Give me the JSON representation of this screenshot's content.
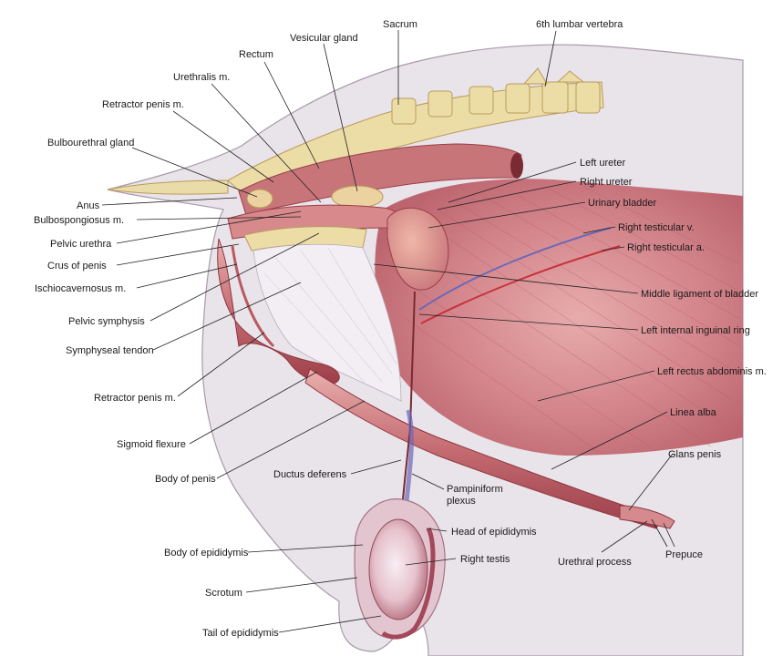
{
  "colors": {
    "skin": "#e9e3ea",
    "muscle": "#d9868a",
    "muscle_dark": "#b5474f",
    "bone": "#ecdca6",
    "bone_edge": "#b99b5c",
    "vessel_blue": "#6c68b8",
    "vessel_red": "#c8323a"
  },
  "labels": [
    {
      "id": "sacrum",
      "text": "Sacrum"
    },
    {
      "id": "l6",
      "text": "6th lumbar vertebra"
    },
    {
      "id": "vesicular",
      "text": "Vesicular gland"
    },
    {
      "id": "rectum",
      "text": "Rectum"
    },
    {
      "id": "urethralis",
      "text": "Urethralis m."
    },
    {
      "id": "retractor_top",
      "text": "Retractor penis m."
    },
    {
      "id": "bulbourethral",
      "text": "Bulbourethral gland"
    },
    {
      "id": "anus",
      "text": "Anus"
    },
    {
      "id": "bulbospongiosus",
      "text": "Bulbospongiosus m."
    },
    {
      "id": "pelvic_urethra",
      "text": "Pelvic urethra"
    },
    {
      "id": "crus",
      "text": "Crus of penis"
    },
    {
      "id": "ischiocavernosus",
      "text": "Ischiocavernosus m."
    },
    {
      "id": "pelvic_symphysis",
      "text": "Pelvic symphysis"
    },
    {
      "id": "symphyseal_tendon",
      "text": "Symphyseal tendon"
    },
    {
      "id": "retractor_low",
      "text": "Retractor penis m."
    },
    {
      "id": "sigmoid",
      "text": "Sigmoid flexure"
    },
    {
      "id": "body_penis",
      "text": "Body of penis"
    },
    {
      "id": "ductus",
      "text": "Ductus deferens"
    },
    {
      "id": "pampiniform",
      "text": "Pampiniform\nplexus"
    },
    {
      "id": "head_epi",
      "text": "Head of epididymis"
    },
    {
      "id": "right_testis",
      "text": "Right testis"
    },
    {
      "id": "body_epi",
      "text": "Body of epididymis"
    },
    {
      "id": "scrotum",
      "text": "Scrotum"
    },
    {
      "id": "tail_epi",
      "text": "Tail of epididymis"
    },
    {
      "id": "left_ureter",
      "text": "Left ureter"
    },
    {
      "id": "right_ureter",
      "text": "Right ureter"
    },
    {
      "id": "bladder",
      "text": "Urinary bladder"
    },
    {
      "id": "testicular_v",
      "text": "Right testicular v."
    },
    {
      "id": "testicular_a",
      "text": "Right testicular a."
    },
    {
      "id": "middle_lig",
      "text": "Middle ligament of bladder"
    },
    {
      "id": "inguinal",
      "text": "Left internal inguinal ring"
    },
    {
      "id": "rectus",
      "text": "Left rectus abdominis m."
    },
    {
      "id": "linea",
      "text": "Linea alba"
    },
    {
      "id": "glans",
      "text": "Glans penis"
    },
    {
      "id": "urethral_process",
      "text": "Urethral process"
    },
    {
      "id": "prepuce",
      "text": "Prepuce"
    }
  ]
}
